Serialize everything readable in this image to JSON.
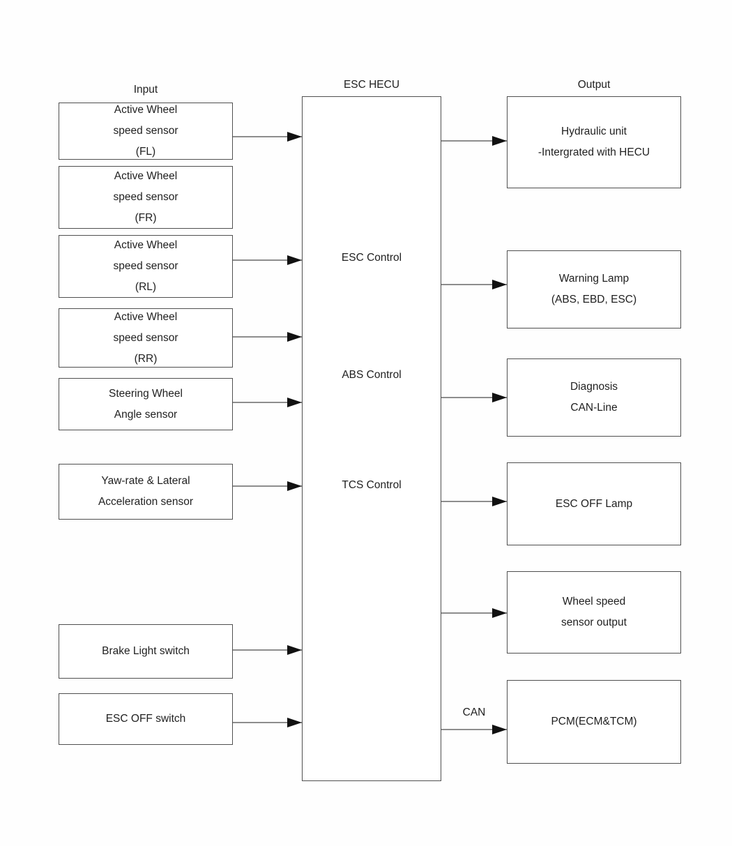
{
  "titles": {
    "input": "Input",
    "hecu": "ESC HECU",
    "output": "Output"
  },
  "hecu": {
    "functions": {
      "esc": "ESC Control",
      "abs": "ABS Control",
      "tcs": "TCS Control"
    }
  },
  "input_boxes": {
    "fl": {
      "l1": "Active Wheel",
      "l2": "speed sensor",
      "l3": "(FL)"
    },
    "fr": {
      "l1": "Active Wheel",
      "l2": "speed sensor",
      "l3": "(FR)"
    },
    "rl": {
      "l1": "Active Wheel",
      "l2": "speed sensor",
      "l3": "(RL)"
    },
    "rr": {
      "l1": "Active Wheel",
      "l2": "speed sensor",
      "l3": "(RR)"
    },
    "steering": {
      "l1": "Steering Wheel",
      "l2": "Angle sensor"
    },
    "yaw": {
      "l1": "Yaw-rate & Lateral",
      "l2": "Acceleration sensor"
    },
    "brake": {
      "l1": "Brake Light switch"
    },
    "esc_off": {
      "l1": "ESC OFF switch"
    }
  },
  "output_boxes": {
    "hydraulic": {
      "l1": "Hydraulic unit",
      "l2": "-Intergrated with HECU"
    },
    "warning": {
      "l1": "Warning Lamp",
      "l2": "(ABS, EBD, ESC)"
    },
    "diagnosis": {
      "l1": "Diagnosis",
      "l2": "CAN-Line"
    },
    "esc_off_lamp": {
      "l1": "ESC OFF Lamp"
    },
    "wheel_speed": {
      "l1": "Wheel speed",
      "l2": "sensor output"
    },
    "pcm": {
      "l1": "PCM(ECM&TCM)"
    }
  },
  "connector_labels": {
    "can": "CAN"
  },
  "colors": {
    "background": "#fefefe",
    "box_fill": "#ffffff",
    "box_border": "#4f4f4f",
    "wire": "#4a4a4a",
    "arrowhead": "#111111",
    "text": "#1f1f1f"
  }
}
